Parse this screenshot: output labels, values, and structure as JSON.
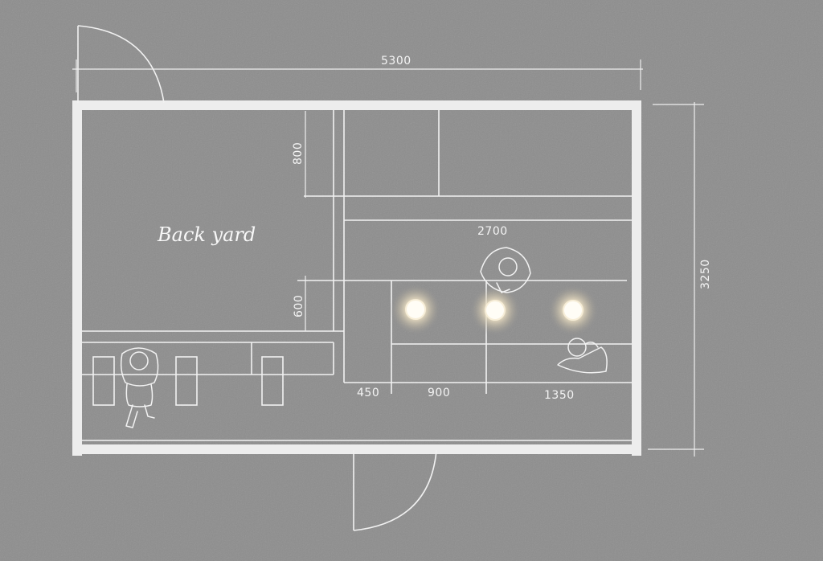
{
  "room": {
    "label": "Back yard"
  },
  "dimensions": {
    "width_total": "5300",
    "height_total": "3250",
    "upper_depth": "800",
    "lower_depth": "600",
    "counter_length": "2700",
    "seg_a": "450",
    "seg_b": "900",
    "seg_c": "1350"
  },
  "colors": {
    "background": "#8c8c8c",
    "wall": "#ededed",
    "lines": "#f1f1f1",
    "lights": "#fff6df"
  },
  "icons": {
    "lights": "pendant-light-icon",
    "people": "person-topview-icon"
  }
}
